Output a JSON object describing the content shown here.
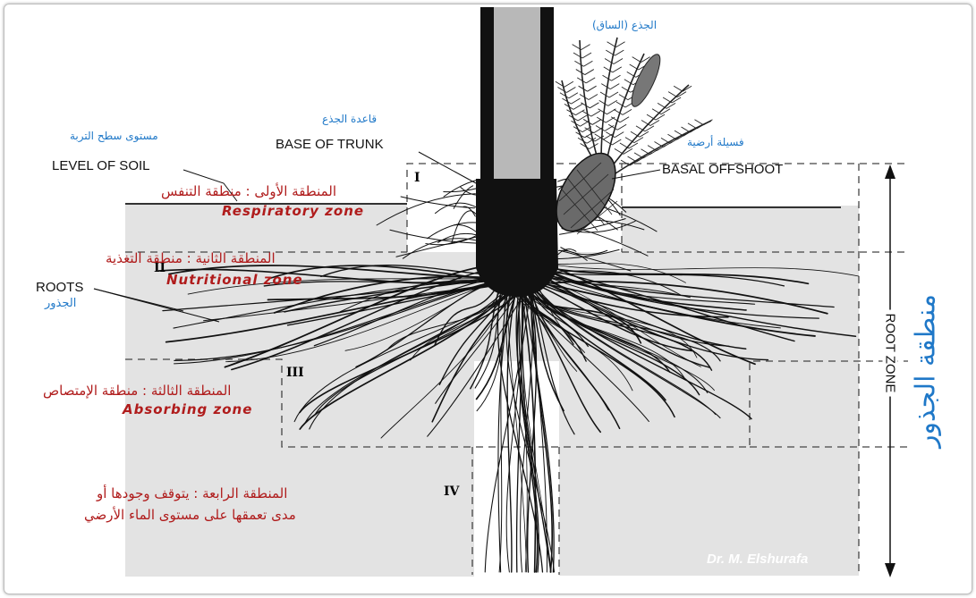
{
  "labels": {
    "trunk_ar": "الجذع (الساق)",
    "base_trunk_ar": "قاعدة الجذع",
    "base_trunk_en": "BASE OF TRUNK",
    "soil_ar": "مستوى سطح التربة",
    "soil_en": "LEVEL OF SOIL",
    "offshoot_ar": "فسيلة أرضية",
    "offshoot_en": "BASAL OFFSHOOT",
    "roots_en": "ROOTS",
    "roots_ar": "الجذور",
    "root_zone_en": "ROOT ZONE",
    "root_zone_ar": "منطقة الجذور"
  },
  "zones": [
    {
      "numeral": "I",
      "ar": "المنطقة الأولى : منطقة التنفس",
      "en": "Respiratory zone"
    },
    {
      "numeral": "II",
      "ar": "المنطقة الثانية : منطقة التغذية",
      "en": "Nutritional zone"
    },
    {
      "numeral": "III",
      "ar": "المنطقة الثالثة : منطقة الإمتصاص",
      "en": "Absorbing zone"
    },
    {
      "numeral": "IV",
      "ar_line1": "المنطقة الرابعة : يتوقف وجودها أو",
      "ar_line2": "مدى تعمقها على مستوى الماء الأرضي"
    }
  ],
  "credit": "Dr. M. Elshurafa",
  "colors": {
    "arabic_label": "#1f78c8",
    "zone_label": "#b01c1c",
    "soil_fill": "#e3e3e3",
    "trunk_fill": "#111111"
  }
}
